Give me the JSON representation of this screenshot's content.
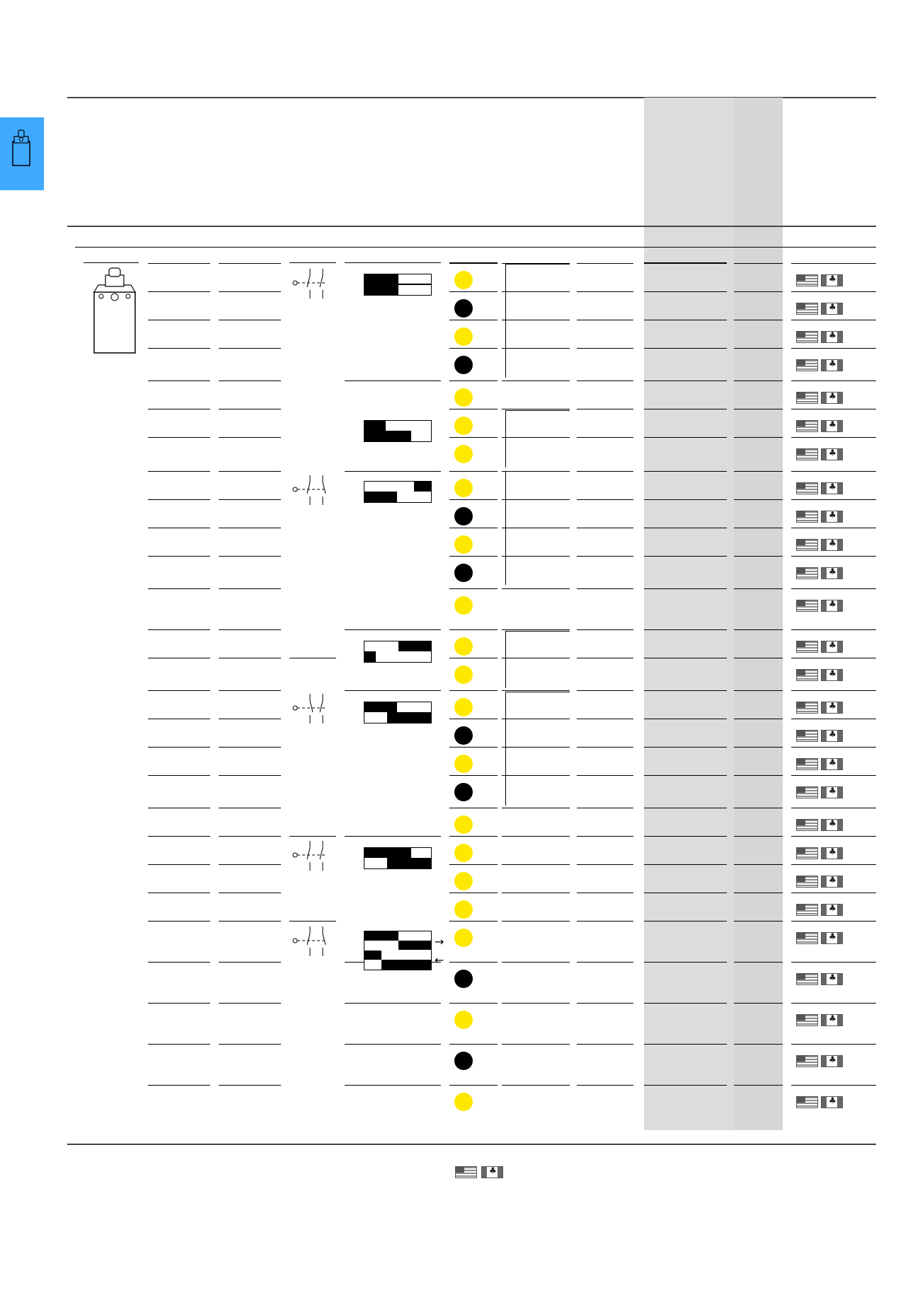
{
  "colors": {
    "accent_tab": "#3fa9ff",
    "shade": "#dcdcdc",
    "dot_yellow": "#ffe800",
    "dot_black": "#000000"
  },
  "icons": {
    "section_tab": "limit-switch-icon",
    "product": "limit-switch-plunger-icon",
    "flags_us": "us-flag-icon",
    "flags_ca": "canada-flag-icon",
    "arrow_right": "→",
    "arrow_left": "←"
  },
  "rows": [
    {
      "dot": "yellow"
    },
    {
      "dot": "black"
    },
    {
      "dot": "yellow"
    },
    {
      "dot": "black"
    },
    {
      "dot": "yellow"
    },
    {
      "dot": "yellow"
    },
    {
      "dot": "yellow"
    },
    {
      "dot": "yellow"
    },
    {
      "dot": "black"
    },
    {
      "dot": "yellow"
    },
    {
      "dot": "black"
    },
    {
      "dot": "yellow"
    },
    {
      "dot": "yellow"
    },
    {
      "dot": "yellow"
    },
    {
      "dot": "yellow"
    },
    {
      "dot": "black"
    },
    {
      "dot": "yellow"
    },
    {
      "dot": "black"
    },
    {
      "dot": "yellow"
    },
    {
      "dot": "yellow"
    },
    {
      "dot": "yellow"
    },
    {
      "dot": "yellow"
    },
    {
      "dot": "yellow"
    },
    {
      "dot": "black"
    },
    {
      "dot": "yellow"
    },
    {
      "dot": "black"
    },
    {
      "dot": "yellow"
    }
  ]
}
